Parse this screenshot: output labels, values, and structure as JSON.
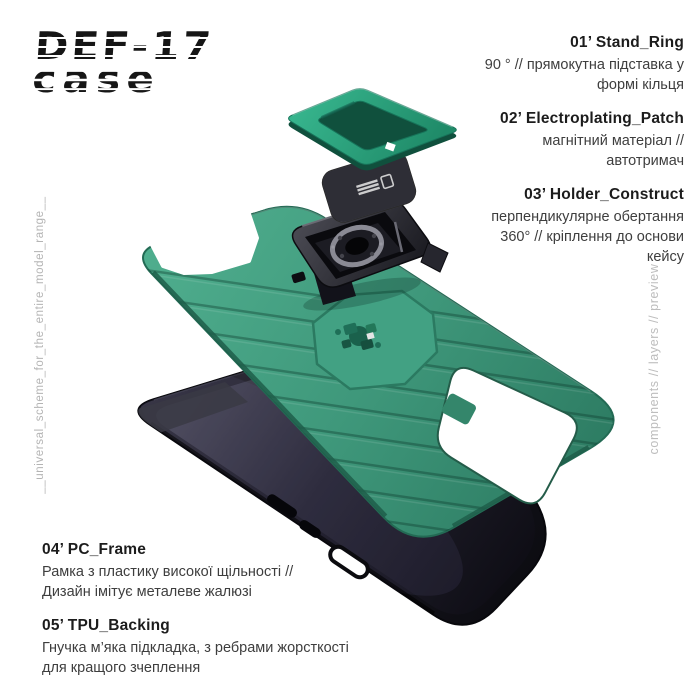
{
  "logo": {
    "line1": "DEF-17",
    "line2": "case"
  },
  "side_labels": {
    "left_vertical": "__universal_scheme_for_the_entire_model_range__",
    "right_vertical": "components // layers // preview"
  },
  "annotations": {
    "right": [
      {
        "heading": "01’ Stand_Ring",
        "lines": [
          "90 ° // прямокутна підставка у",
          "формі кільця"
        ]
      },
      {
        "heading": "02’ Electroplating_Patch",
        "lines": [
          "магнітний матеріал //",
          "автотримач"
        ]
      },
      {
        "heading": "03’ Holder_Construct",
        "lines": [
          "перпендикулярне обертання",
          "360° // кріплення до основи",
          "кейсу"
        ]
      }
    ],
    "bottom_left": [
      {
        "heading": "04’ PC_Frame",
        "lines": [
          "Рамка з пластику високої щільності //",
          "Дизайн імітує металеве жалюзі"
        ]
      },
      {
        "heading": "05’ TPU_Backing",
        "lines": [
          "Гнучка м’яка підкладка, з ребрами жорсткості",
          "для кращого зчеплення"
        ]
      }
    ]
  },
  "illustration": {
    "parts": [
      "stand-ring",
      "electroplating-patch",
      "holder-construct",
      "pc-frame",
      "tpu-backing"
    ],
    "colors": {
      "case_green": "#3F987B",
      "ring_green": "#2BA583",
      "dark_green_edge": "#1E5E4A",
      "tpu_black": "#16151d",
      "holder_gray": "#3c3c44",
      "text_dark": "#1c1c1c",
      "text_body": "#3e3e3e",
      "side_label_gray": "#b4b4b4",
      "background": "#ffffff"
    }
  }
}
